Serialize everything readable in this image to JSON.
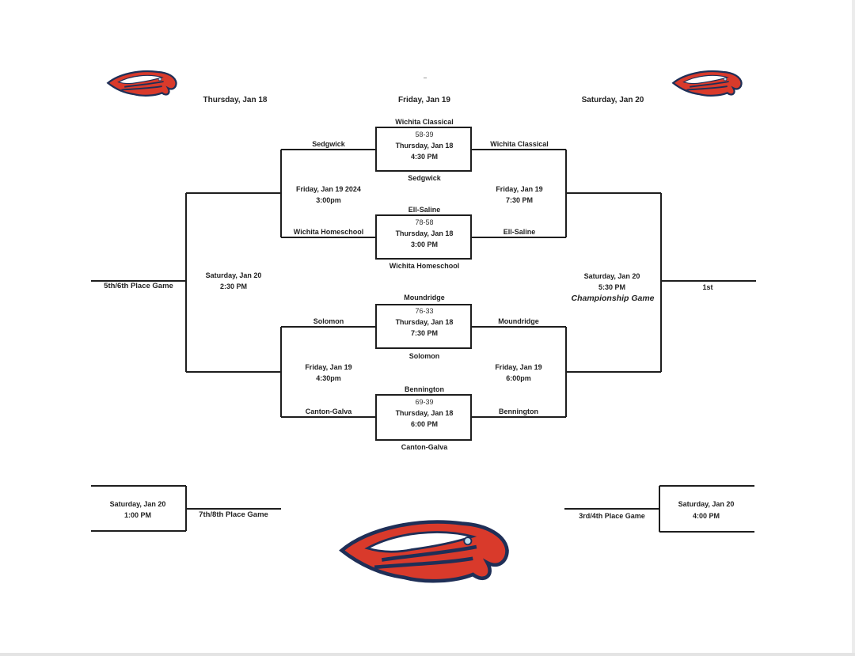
{
  "headers": {
    "thursday": "Thursday, Jan 18",
    "friday": "Friday, Jan 19",
    "saturday": "Saturday, Jan 20"
  },
  "colors": {
    "line": "#1e1e1e",
    "logo_red": "#d93a2b",
    "logo_navy": "#1f2f57"
  },
  "icons": {
    "logo": "eagle-head-mascot-icon"
  },
  "first_round": [
    {
      "top_team": "Wichita Classical",
      "score": "58-39",
      "date": "Thursday, Jan 18",
      "time": "4:30 PM",
      "bottom_team": "Sedgwick"
    },
    {
      "top_team": "Ell-Saline",
      "score": "78-58",
      "date": "Thursday, Jan 18",
      "time": "3:00 PM",
      "bottom_team": "Wichita Homeschool"
    },
    {
      "top_team": "Moundridge",
      "score": "76-33",
      "date": "Thursday, Jan 18",
      "time": "7:30 PM",
      "bottom_team": "Solomon"
    },
    {
      "top_team": "Bennington",
      "score": "69-39",
      "date": "Thursday, Jan 18",
      "time": "6:00 PM",
      "bottom_team": "Canton-Galva"
    }
  ],
  "consolation": {
    "semi_top": {
      "team_a": "Sedgwick",
      "team_b": "Wichita Homeschool",
      "date": "Friday, Jan 19 2024",
      "time": "3:00pm"
    },
    "semi_bottom": {
      "team_a": "Solomon",
      "team_b": "Canton-Galva",
      "date": "Friday, Jan 19",
      "time": "4:30pm"
    },
    "fifth_sixth": {
      "date": "Saturday, Jan 20",
      "time": "2:30 PM",
      "label": "5th/6th Place Game"
    },
    "seventh_eighth": {
      "date": "Saturday, Jan 20",
      "time": "1:00 PM",
      "label": "7th/8th Place Game"
    }
  },
  "championship": {
    "semi_top": {
      "team_a": "Wichita Classical",
      "team_b": "Ell-Saline",
      "date": "Friday, Jan 19",
      "time": "7:30 PM"
    },
    "semi_bottom": {
      "team_a": "Moundridge",
      "team_b": "Bennington",
      "date": "Friday, Jan 19",
      "time": "6:00pm"
    },
    "final": {
      "date": "Saturday, Jan 20",
      "time": "5:30 PM",
      "label": "Championship Game",
      "winner_label": "1st"
    },
    "third_fourth": {
      "date": "Saturday, Jan 20",
      "time": "4:00 PM",
      "label": "3rd/4th Place Game"
    }
  }
}
